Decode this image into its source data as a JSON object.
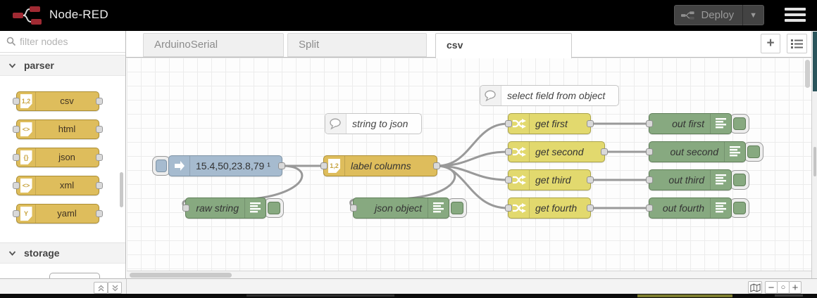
{
  "header": {
    "app_title": "Node-RED",
    "deploy_label": "Deploy"
  },
  "palette": {
    "search_placeholder": "filter nodes",
    "category_parser": "parser",
    "category_storage": "storage",
    "nodes": [
      {
        "label": "csv",
        "icon_text": "1,2"
      },
      {
        "label": "html",
        "icon_text": "<>"
      },
      {
        "label": "json",
        "icon_text": "{}"
      },
      {
        "label": "xml",
        "icon_text": "<>"
      },
      {
        "label": "yaml",
        "icon_text": "Y"
      }
    ]
  },
  "tabs": [
    {
      "label": "ArduinoSerial"
    },
    {
      "label": "Split"
    },
    {
      "label": "csv"
    }
  ],
  "flow": {
    "comments": [
      {
        "label": "string to json"
      },
      {
        "label": "select field from object"
      }
    ],
    "inject": {
      "label": "15.4,50,23.8,79 ¹"
    },
    "csv_node": {
      "label": "label columns",
      "icon_text": "1,2"
    },
    "change_nodes": [
      {
        "label": "get first"
      },
      {
        "label": "get second"
      },
      {
        "label": "get third"
      },
      {
        "label": "get fourth"
      }
    ],
    "debug_nodes": [
      {
        "label": "raw string"
      },
      {
        "label": "json object"
      },
      {
        "label": "out first"
      },
      {
        "label": "out second"
      },
      {
        "label": "out third"
      },
      {
        "label": "out fourth"
      }
    ]
  },
  "colors": {
    "inject": "#a6bbcf",
    "parser": "#debd5c",
    "change": "#e2d96e",
    "debug": "#87a980",
    "comment": "#ffffff",
    "wire": "#999999",
    "header_bg": "#000000"
  }
}
